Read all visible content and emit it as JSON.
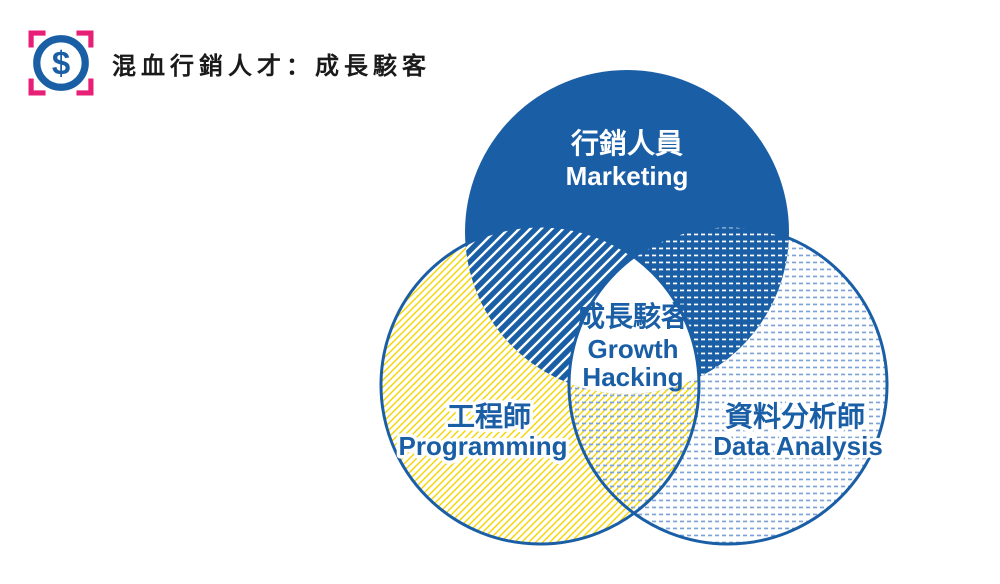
{
  "header": {
    "title": "混血行銷人才：成長駭客",
    "icon": {
      "name": "dollar-target-icon",
      "symbol": "$"
    }
  },
  "venn": {
    "marketing": {
      "label_zh": "行銷人員",
      "label_en": "Marketing",
      "fill_style": "solid-blue"
    },
    "programming": {
      "label_zh": "工程師",
      "label_en": "Programming",
      "fill_style": "yellow-diagonal-hatch"
    },
    "data_analysis": {
      "label_zh": "資料分析師",
      "label_en": "Data Analysis",
      "fill_style": "light-blue-dash-grid"
    },
    "intersection": {
      "label_zh": "成長駭客",
      "label_en_line1": "Growth",
      "label_en_line2": "Hacking"
    }
  },
  "colors": {
    "brand_blue": "#1a5fa6",
    "hatch_yellow": "#f5d400",
    "dash_light_blue": "#7da4d4",
    "bracket_pink": "#e81f76",
    "title_black": "#1a1a1a",
    "background": "#ffffff"
  }
}
